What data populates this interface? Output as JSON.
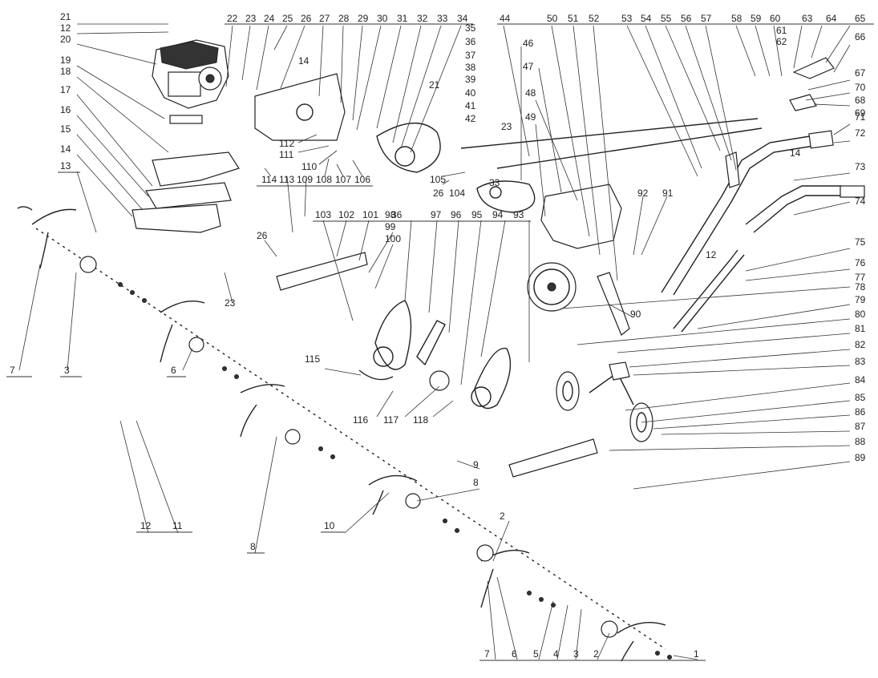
{
  "diagram": {
    "callouts": [
      "21",
      "12",
      "20",
      "19",
      "18",
      "17",
      "16",
      "15",
      "14",
      "13",
      "22",
      "23",
      "24",
      "25",
      "26",
      "27",
      "28",
      "29",
      "30",
      "31",
      "32",
      "33",
      "34",
      "35",
      "36",
      "37",
      "38",
      "39",
      "40",
      "41",
      "42",
      "44",
      "46",
      "47",
      "48",
      "49",
      "50",
      "51",
      "52",
      "53",
      "54",
      "55",
      "56",
      "57",
      "58",
      "59",
      "60",
      "61",
      "62",
      "63",
      "64",
      "65",
      "66",
      "67",
      "70",
      "68",
      "69",
      "71",
      "72",
      "73",
      "74",
      "75",
      "76",
      "77",
      "78",
      "79",
      "80",
      "81",
      "82",
      "83",
      "84",
      "85",
      "86",
      "87",
      "88",
      "89",
      "90",
      "91",
      "92",
      "93",
      "94",
      "95",
      "96",
      "97",
      "98",
      "99",
      "100",
      "101",
      "102",
      "103",
      "104",
      "105",
      "106",
      "107",
      "108",
      "109",
      "110",
      "111",
      "112",
      "113",
      "114",
      "115",
      "116",
      "117",
      "118",
      "1",
      "2",
      "3",
      "4",
      "5",
      "6",
      "7",
      "8",
      "9",
      "10",
      "11"
    ]
  }
}
